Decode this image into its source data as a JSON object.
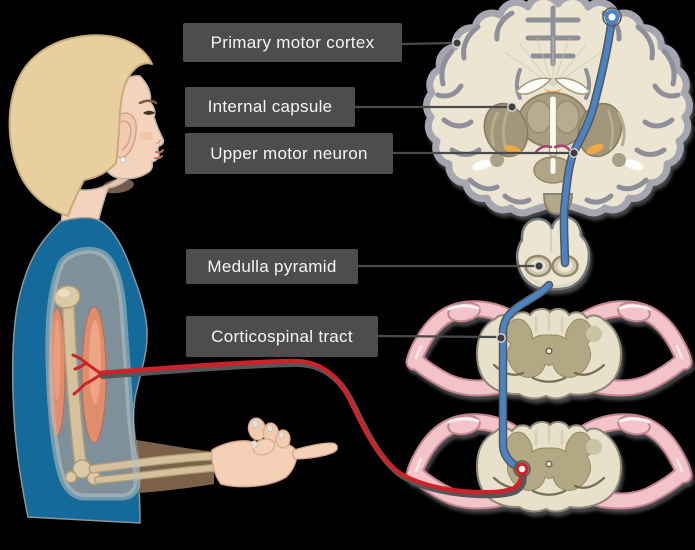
{
  "diagram": {
    "subject": "Corticospinal tract pathway with brain coronal section, medulla and spinal cord levels",
    "background": "#000000"
  },
  "labels": [
    {
      "id": "primary-motor-cortex",
      "text": "Primary motor cortex"
    },
    {
      "id": "internal-capsule",
      "text": "Internal capsule"
    },
    {
      "id": "upper-motor-neuron",
      "text": "Upper motor neuron"
    },
    {
      "id": "medulla-pyramid",
      "text": "Medulla pyramid"
    },
    {
      "id": "corticospinal-tract",
      "text": "Corticospinal tract"
    }
  ],
  "label_style": {
    "background": "#4d4d4d",
    "text_color": "#f5f5f5",
    "leader_line": "#4a4a4a"
  },
  "pathway_colors": {
    "upper_motor_neuron_blue": "#4b84c4",
    "lower_motor_neuron_red": "#cc2328",
    "line_casing_gray": "#55575a"
  },
  "figure_colors": {
    "shirt_teal": "#146a9a",
    "skin": "#f4d2bb",
    "hair_blonde": "#e7cf9f",
    "brain_tissue_cream": "#ebe5d2",
    "cortex_outline_gray": "#a6a6b0",
    "deep_nuclei_taupe": "#a89d80",
    "spinal_cord_cream": "#e7e0ca",
    "gray_matter_tan": "#b3a884",
    "nerve_root_pink": "#f2c4c9",
    "accent_orange": "#f0a845",
    "muscle_salmon": "#e08d6d",
    "bone_tan": "#d5c19d"
  }
}
